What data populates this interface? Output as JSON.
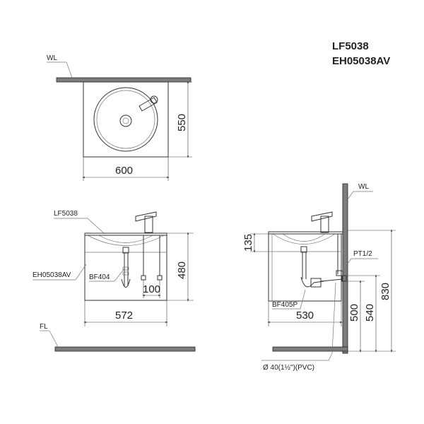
{
  "models": {
    "basin": "LF5038",
    "cabinet": "EH05038AV"
  },
  "labels": {
    "wl_top": "WL",
    "wl_side": "WL",
    "fl": "FL",
    "basin_callout": "LF5038",
    "cabinet_callout": "EH05038AV",
    "trap_callout": "BF404",
    "trap_side_callout": "BF405P",
    "pipe_callout": "PT1/2",
    "drain_callout": "Ø  40(1½\")(PVC)"
  },
  "dimensions": {
    "top_width": "600",
    "top_depth": "550",
    "front_width": "572",
    "front_height": "480",
    "front_spacing": "100",
    "side_depth": "530",
    "side_basin_height": "135",
    "side_h500": "500",
    "side_h540": "540",
    "side_h830": "830"
  }
}
